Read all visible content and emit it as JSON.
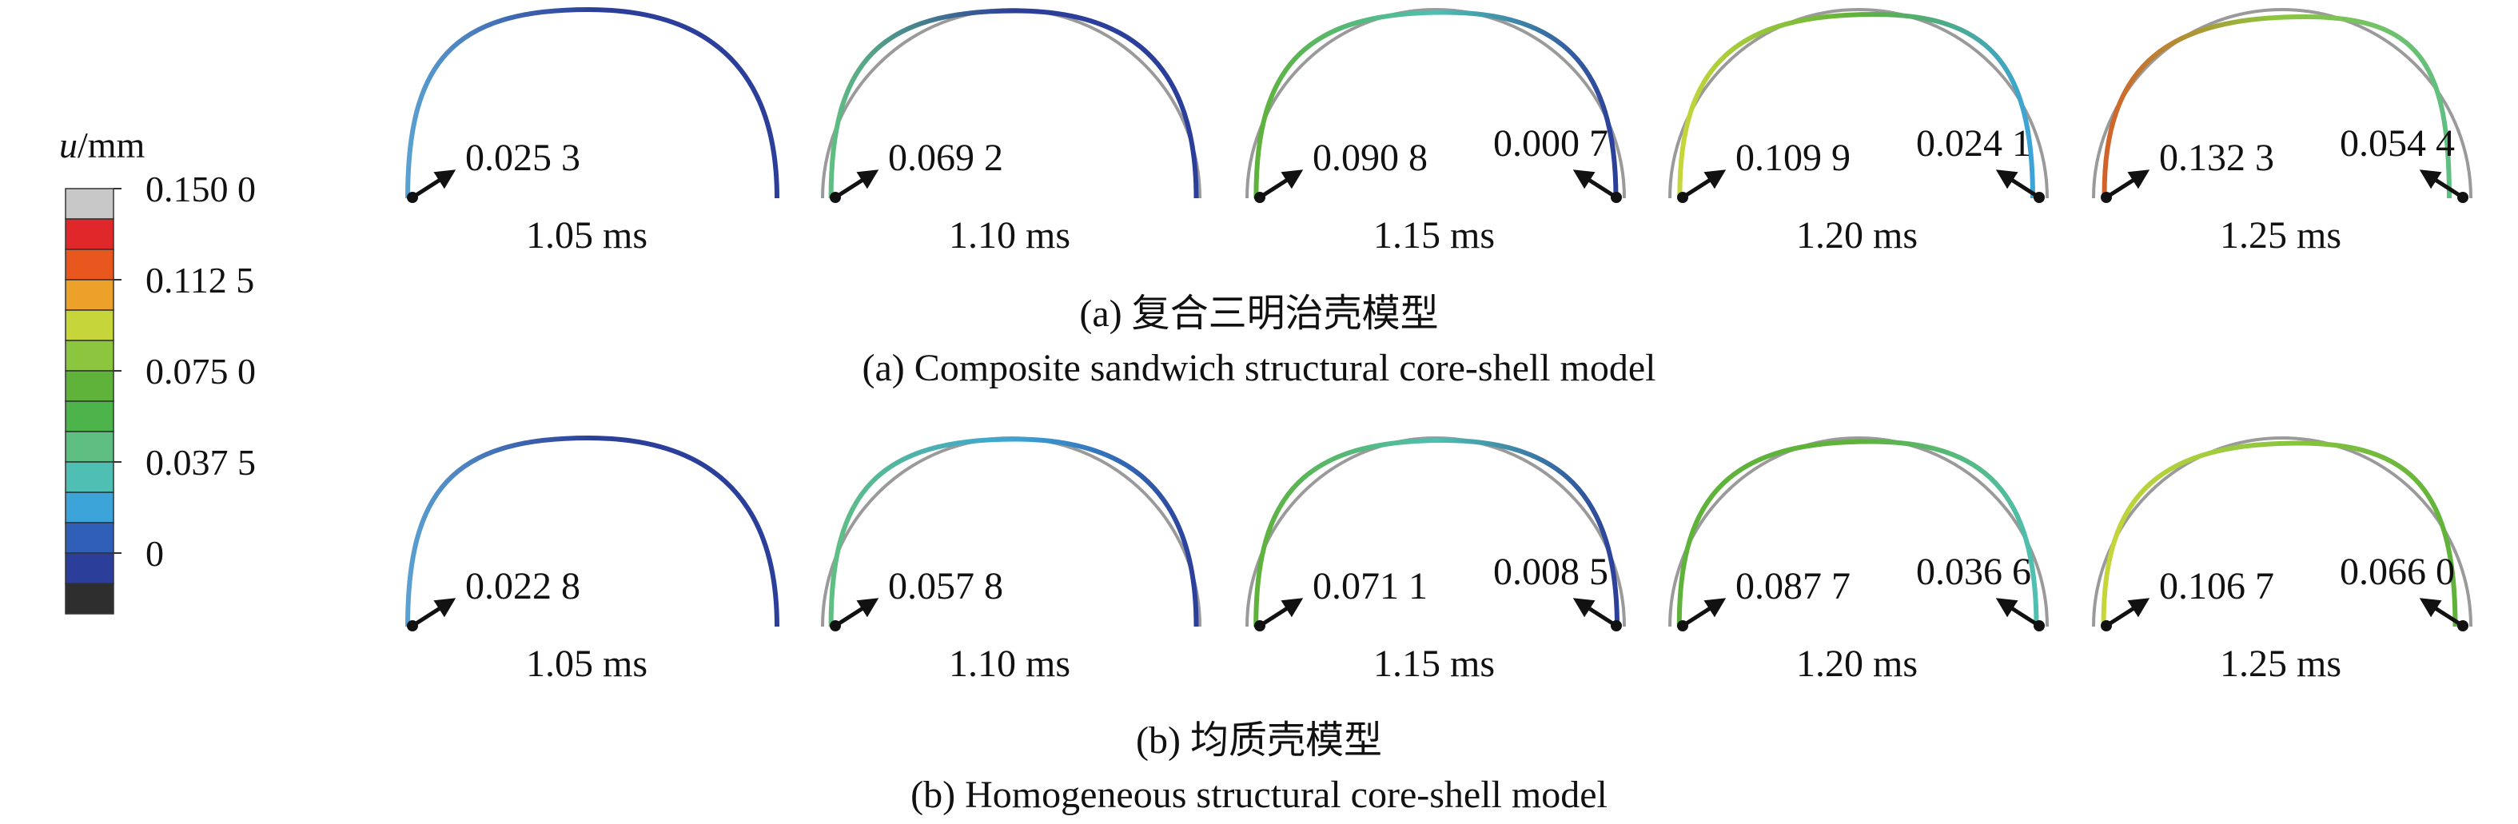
{
  "legend": {
    "title_var": "u",
    "title_unit": "/mm",
    "colors": [
      "#c8c8c8",
      "#e0282a",
      "#e8581e",
      "#eba12a",
      "#c6d63a",
      "#8cc63f",
      "#5fb23a",
      "#4cb44a",
      "#5fbf82",
      "#4ebfb2",
      "#3ca4d8",
      "#2f5fb6",
      "#2b3f9a",
      "#2e2e2e"
    ],
    "labels": [
      {
        "text": "0.150 0",
        "index": 0
      },
      {
        "text": "0.112 5",
        "index": 3
      },
      {
        "text": "0.075 0",
        "index": 6
      },
      {
        "text": "0.037 5",
        "index": 9
      },
      {
        "text": "0",
        "index": 12
      }
    ]
  },
  "panels": [
    {
      "caption_cn": "(a) 复合三明治壳模型",
      "caption_en": "(a) Composite sandwich structural core-shell model",
      "frames": [
        {
          "time": "1.05 ms",
          "left_value": "0.025 3",
          "right_value": "",
          "deform": 0.0,
          "color_left": "#5aa0d0",
          "color_mid": "#2b3f9a",
          "color_right": "#2b3f9a"
        },
        {
          "time": "1.10 ms",
          "left_value": "0.069 2",
          "right_value": "",
          "deform": 0.15,
          "color_left": "#5fbf82",
          "color_mid": "#2b3f9a",
          "color_right": "#2b3f9a"
        },
        {
          "time": "1.15 ms",
          "left_value": "0.090 8",
          "right_value": "0.000 7",
          "deform": 0.35,
          "color_left": "#5fb23a",
          "color_mid": "#4ebfb2",
          "color_right": "#2b3f9a"
        },
        {
          "time": "1.20 ms",
          "left_value": "0.109 9",
          "right_value": "0.024 1",
          "deform": 0.6,
          "color_left": "#c6d63a",
          "color_mid": "#5fb23a",
          "color_right": "#3ca4d8"
        },
        {
          "time": "1.25 ms",
          "left_value": "0.132 3",
          "right_value": "0.054 4",
          "deform": 0.9,
          "color_left": "#d2622a",
          "color_mid": "#8cc63f",
          "color_right": "#5fbf82"
        }
      ]
    },
    {
      "caption_cn": "(b) 均质壳模型",
      "caption_en": "(b) Homogeneous structural core-shell model",
      "frames": [
        {
          "time": "1.05 ms",
          "left_value": "0.022 8",
          "right_value": "",
          "deform": 0.0,
          "color_left": "#5aa0d0",
          "color_mid": "#2b3f9a",
          "color_right": "#2b3f9a"
        },
        {
          "time": "1.10 ms",
          "left_value": "0.057 8",
          "right_value": "",
          "deform": 0.15,
          "color_left": "#5fbf82",
          "color_mid": "#3ca4d8",
          "color_right": "#2b3f9a"
        },
        {
          "time": "1.15 ms",
          "left_value": "0.071 1",
          "right_value": "0.008 5",
          "deform": 0.3,
          "color_left": "#5fb23a",
          "color_mid": "#4ebfb2",
          "color_right": "#2b3f9a"
        },
        {
          "time": "1.20 ms",
          "left_value": "0.087 7",
          "right_value": "0.036 6",
          "deform": 0.45,
          "color_left": "#5fb23a",
          "color_mid": "#5fb23a",
          "color_right": "#4ebfb2"
        },
        {
          "time": "1.25 ms",
          "left_value": "0.106 7",
          "right_value": "0.066 0",
          "deform": 0.65,
          "color_left": "#c6d63a",
          "color_mid": "#8cc63f",
          "color_right": "#5fb23a"
        }
      ]
    }
  ]
}
